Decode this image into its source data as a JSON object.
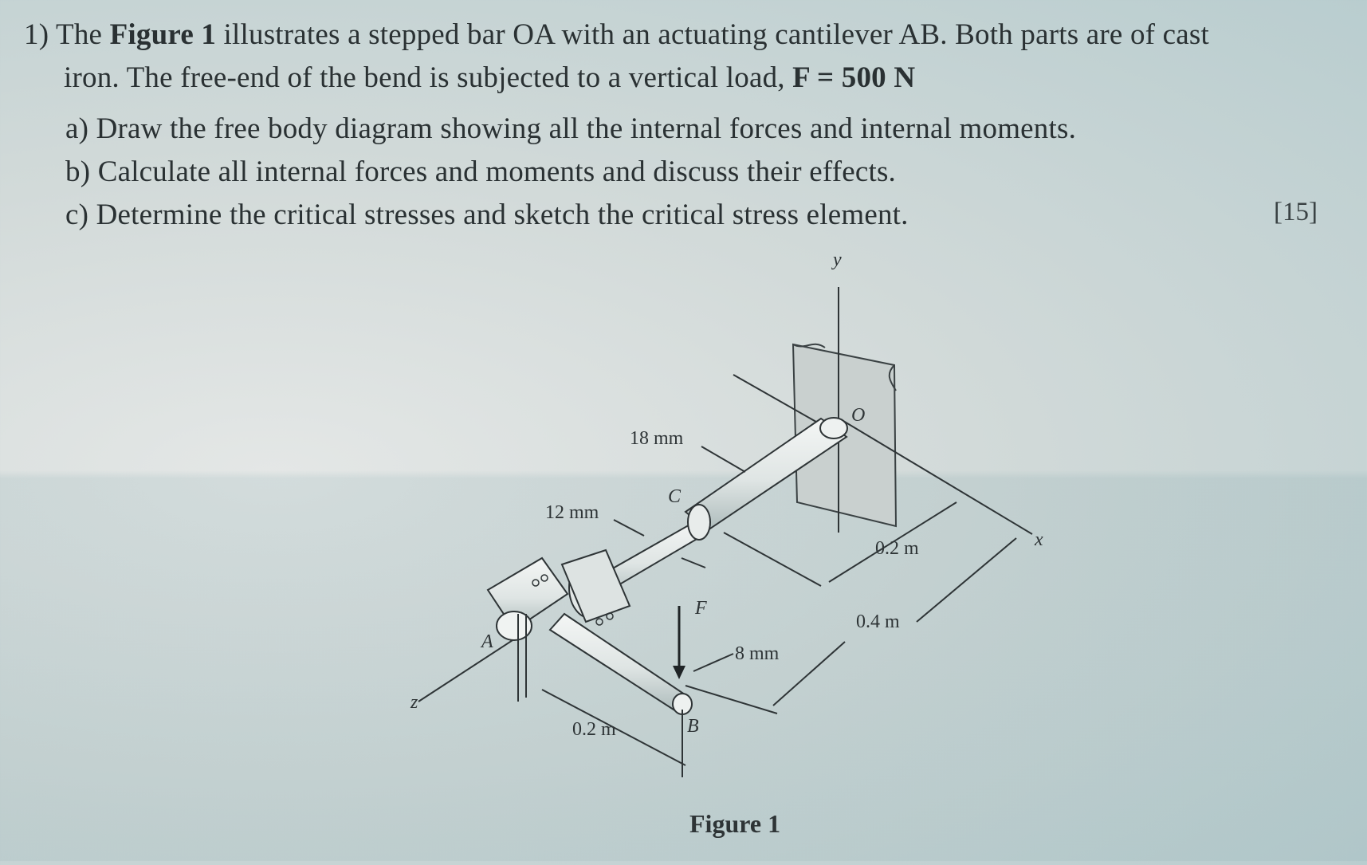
{
  "question": {
    "number": "1)",
    "intro_pre": "The ",
    "figure_ref": "Figure 1",
    "intro_post": " illustrates a stepped bar OA with an actuating cantilever AB. Both parts are of cast",
    "line2_pre": "iron. The free-end of the bend is subjected to a vertical load, ",
    "load": "F = 500 N",
    "parts": [
      {
        "label": "a)",
        "text": "Draw the free body diagram showing all the internal forces and internal moments."
      },
      {
        "label": "b)",
        "text": "Calculate all internal forces and moments and discuss their effects."
      },
      {
        "label": "c)",
        "text": "Determine the critical stresses and sketch the critical stress element."
      }
    ],
    "marks": "[15]"
  },
  "figure": {
    "caption": "Figure 1",
    "labels": {
      "y_axis": "y",
      "x_axis": "x",
      "z_axis": "z",
      "point_o": "O",
      "point_a": "A",
      "point_b": "B",
      "point_c": "C",
      "force": "F",
      "dia_18": "18 mm",
      "dia_12": "12 mm",
      "dia_8": "8 mm",
      "len_oc": "0.2 m",
      "len_oa": "0.4 m",
      "len_ab": "0.2 m"
    }
  }
}
